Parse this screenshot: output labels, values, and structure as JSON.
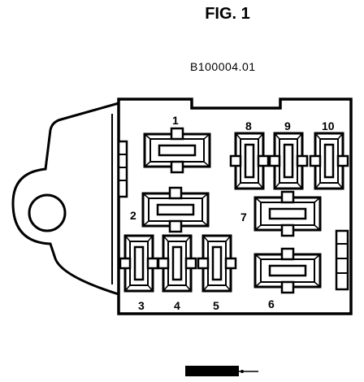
{
  "figure": {
    "title": "FIG. 1",
    "code": "B100004.01"
  },
  "relay_labels": {
    "r1": "1",
    "r2": "2",
    "r3": "3",
    "r4": "4",
    "r5": "5",
    "r6": "6",
    "r7": "7",
    "r8": "8",
    "r9": "9",
    "r10": "10"
  }
}
